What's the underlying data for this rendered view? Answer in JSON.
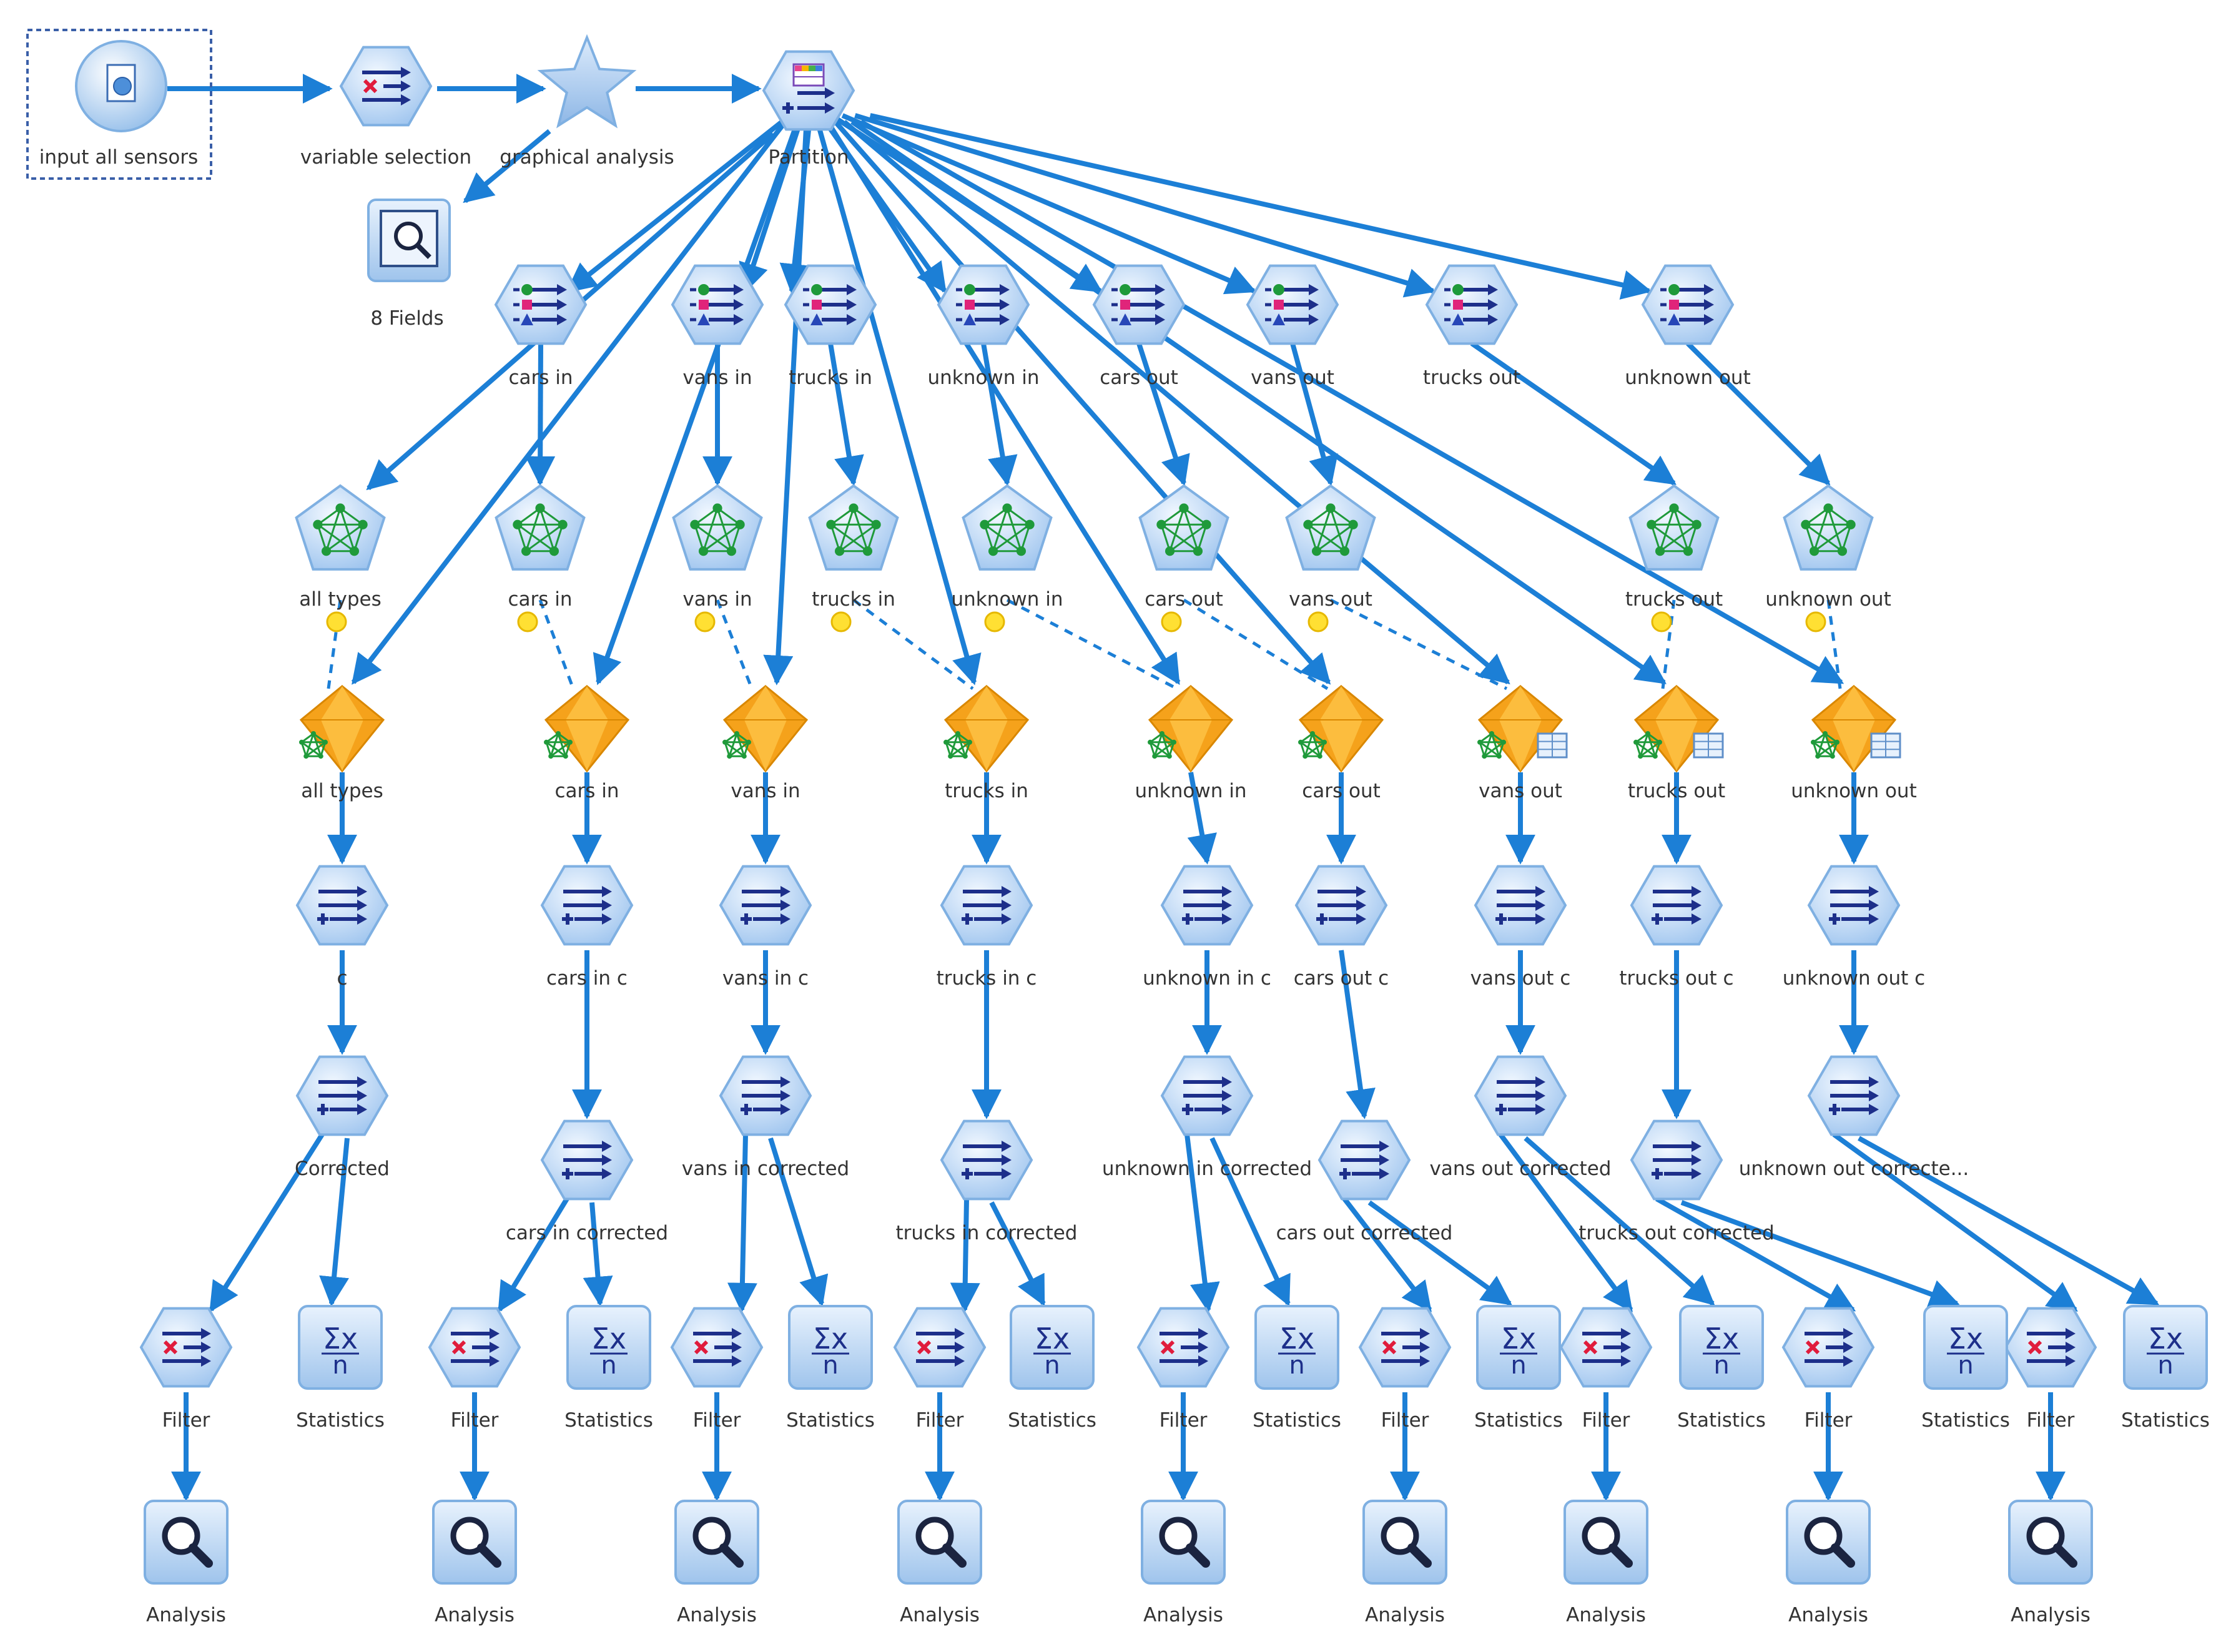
{
  "colors": {
    "link": "#1c7fd6",
    "hexFill": "#c5dcf5",
    "hexStroke": "#7fb0e2",
    "pentFill": "#c8def6",
    "netGreen": "#1f9a3a",
    "gold": "#f5a21b",
    "goldLight": "#ffc94d",
    "label": "#333333",
    "navy": "#1d2f8a",
    "red": "#e01c3c",
    "yellow": "#ffe033"
  },
  "nodes": {
    "source": "input all sensors",
    "varsel": "variable selection",
    "graph": "graphical analysis",
    "part": "Partition",
    "fields": "8 Fields",
    "sel": [
      "cars  in",
      "vans  in",
      "trucks  in",
      "unknown  in",
      "cars  out",
      "vans  out",
      "trucks  out",
      "unknown  out"
    ],
    "nn": [
      "all  types",
      "cars in",
      "vans in",
      "trucks in",
      "unknown in",
      "cars out",
      "vans out",
      "trucks out",
      "unknown out"
    ],
    "gem": [
      "all  types",
      "cars  in",
      "vans in",
      "trucks in",
      "unknown in",
      "cars out",
      "vans  out",
      "trucks  out",
      "unknown  out"
    ],
    "der1": [
      "c",
      "cars  in  c",
      "vans  in  c",
      "trucks  in  c",
      "unknown  in  c",
      "cars  out  c",
      "vans  out  c",
      "trucks  out  c",
      "unknown  out  c"
    ],
    "der2": [
      "Corrected",
      "cars  in  corrected",
      "vans  in  corrected",
      "trucks  in  corrected",
      "unknown  in  corrected",
      "cars  out  corrected",
      "vans  out  corrected",
      "trucks  out  corrected",
      "unknown  out  correcte..."
    ],
    "filter": "Filter",
    "stats": "Statistics",
    "analysis": "Analysis",
    "statsGlyph": "Σx",
    "statsSub": "n"
  }
}
